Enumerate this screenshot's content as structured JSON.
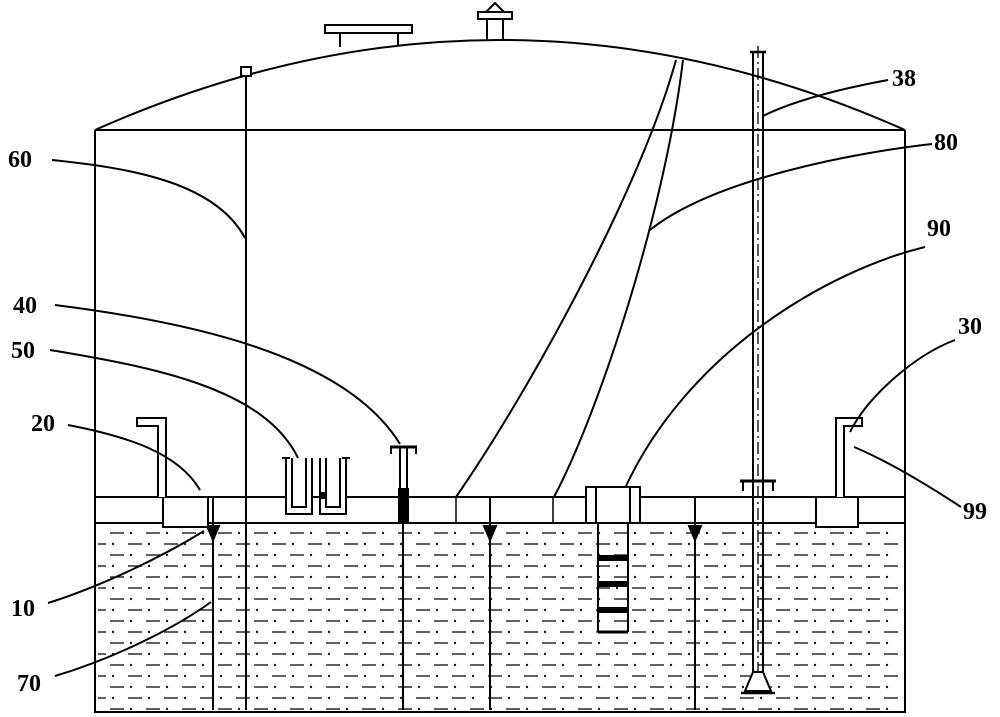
{
  "diagram": {
    "type": "technical-line-drawing",
    "colors": {
      "line": "#000000",
      "background": "#ffffff",
      "solid_fill": "#000000"
    },
    "labels": [
      {
        "id": "38",
        "text": "38"
      },
      {
        "id": "80",
        "text": "80"
      },
      {
        "id": "90",
        "text": "90"
      },
      {
        "id": "30",
        "text": "30"
      },
      {
        "id": "99",
        "text": "99"
      },
      {
        "id": "60",
        "text": "60"
      },
      {
        "id": "40",
        "text": "40"
      },
      {
        "id": "50",
        "text": "50"
      },
      {
        "id": "20",
        "text": "20"
      },
      {
        "id": "10",
        "text": "10"
      },
      {
        "id": "70",
        "text": "70"
      }
    ]
  }
}
